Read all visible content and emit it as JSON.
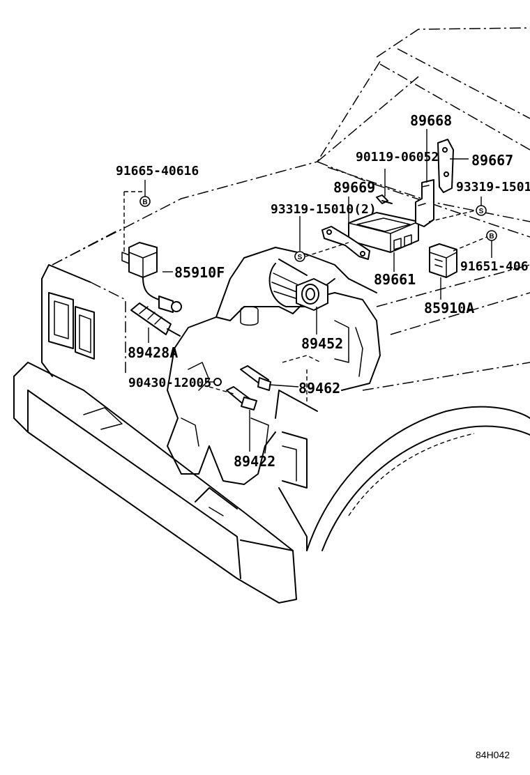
{
  "diagram_code": "84H042",
  "parts": [
    {
      "id": "p1",
      "number": "89668"
    },
    {
      "id": "p2",
      "number": "90119-06052"
    },
    {
      "id": "p3",
      "number": "89667"
    },
    {
      "id": "p4",
      "number": "91665-40616"
    },
    {
      "id": "p5",
      "number": "89669"
    },
    {
      "id": "p6",
      "number": "93319-1501"
    },
    {
      "id": "p7",
      "number": "93319-15010(2)"
    },
    {
      "id": "p8",
      "number": "85910F"
    },
    {
      "id": "p9",
      "number": "91651-406"
    },
    {
      "id": "p10",
      "number": "89661"
    },
    {
      "id": "p11",
      "number": "85910A"
    },
    {
      "id": "p12",
      "number": "89452"
    },
    {
      "id": "p13",
      "number": "89428A"
    },
    {
      "id": "p14",
      "number": "90430-12005"
    },
    {
      "id": "p15",
      "number": "89462"
    },
    {
      "id": "p16",
      "number": "89422"
    }
  ],
  "badges": {
    "b_left": "B",
    "b_right": "B",
    "s_right": "S",
    "s_mid": "S"
  }
}
